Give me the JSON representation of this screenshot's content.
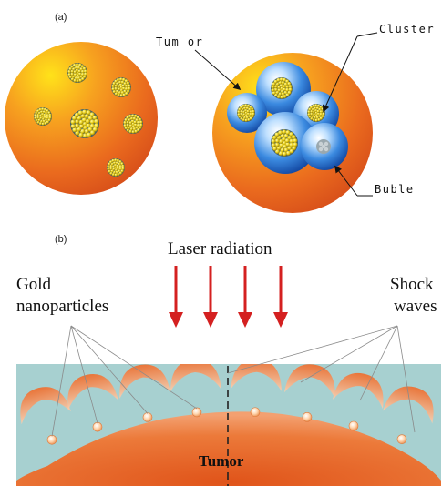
{
  "panel_a": {
    "label": "(a)",
    "callouts": {
      "tumor": "Tum or",
      "cluster": "Cluster",
      "bubble": "Buble"
    }
  },
  "panel_b": {
    "label": "(b)",
    "laser_label": "Laser radiation",
    "gold_label_line1": "Gold",
    "gold_label_line2": "nanoparticles",
    "shock_label_line1": "Shock",
    "shock_label_line2": "waves",
    "tumor_label": "Tumor"
  },
  "colors": {
    "tumor_orange": "#e8621e",
    "tumor_highlight": "#ffd21a",
    "bubble_blue": "#1e6fcf",
    "gold": "#e8d020",
    "water": "#a9d2d2",
    "laser_red": "#d42020"
  }
}
